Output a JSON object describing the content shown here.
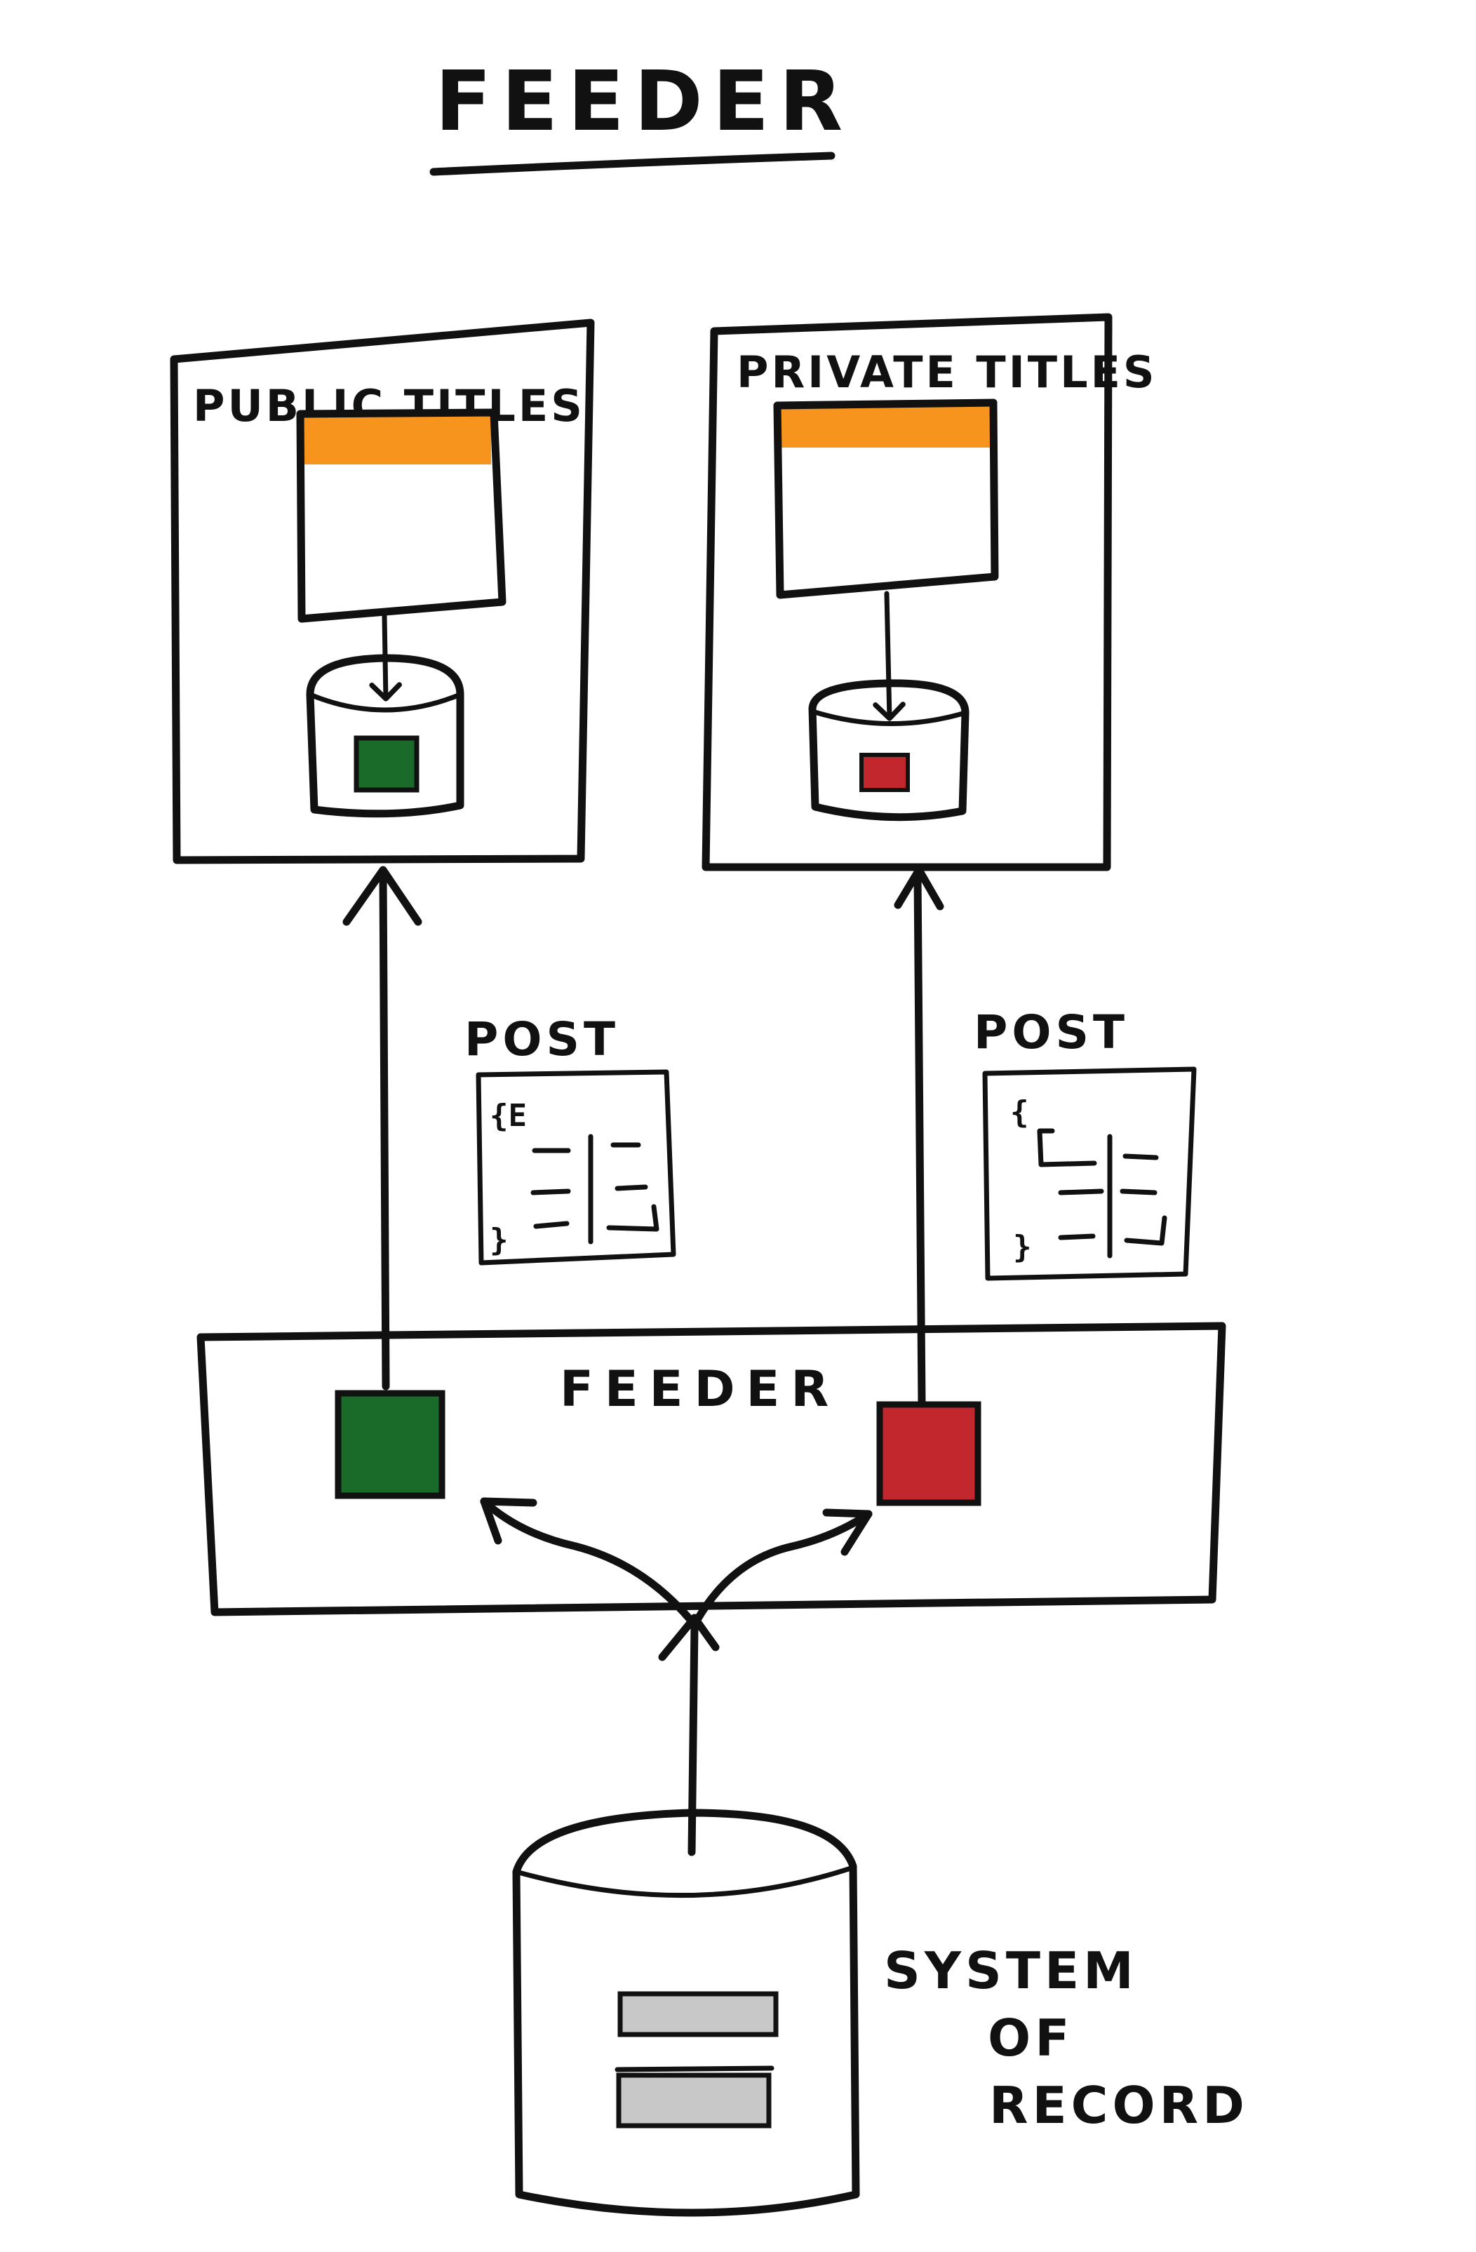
{
  "title": "FEEDER",
  "public_titles": {
    "label": "PUBLIC TITLES",
    "header_color": "#f7941d",
    "marker_color": "#1a6b2a"
  },
  "private_titles": {
    "label": "PRIVATE TITLES",
    "header_color": "#f7941d",
    "marker_color": "#c1272d"
  },
  "post_left": {
    "label": "POST"
  },
  "post_right": {
    "label": "POST"
  },
  "feeder_box": {
    "label": "FEEDER",
    "public_color": "#1a6b2a",
    "private_color": "#c1272d"
  },
  "system_of_record": {
    "line1": "SYSTEM",
    "line2": "OF",
    "line3": "RECORD",
    "row_color": "#c8c8c8"
  }
}
